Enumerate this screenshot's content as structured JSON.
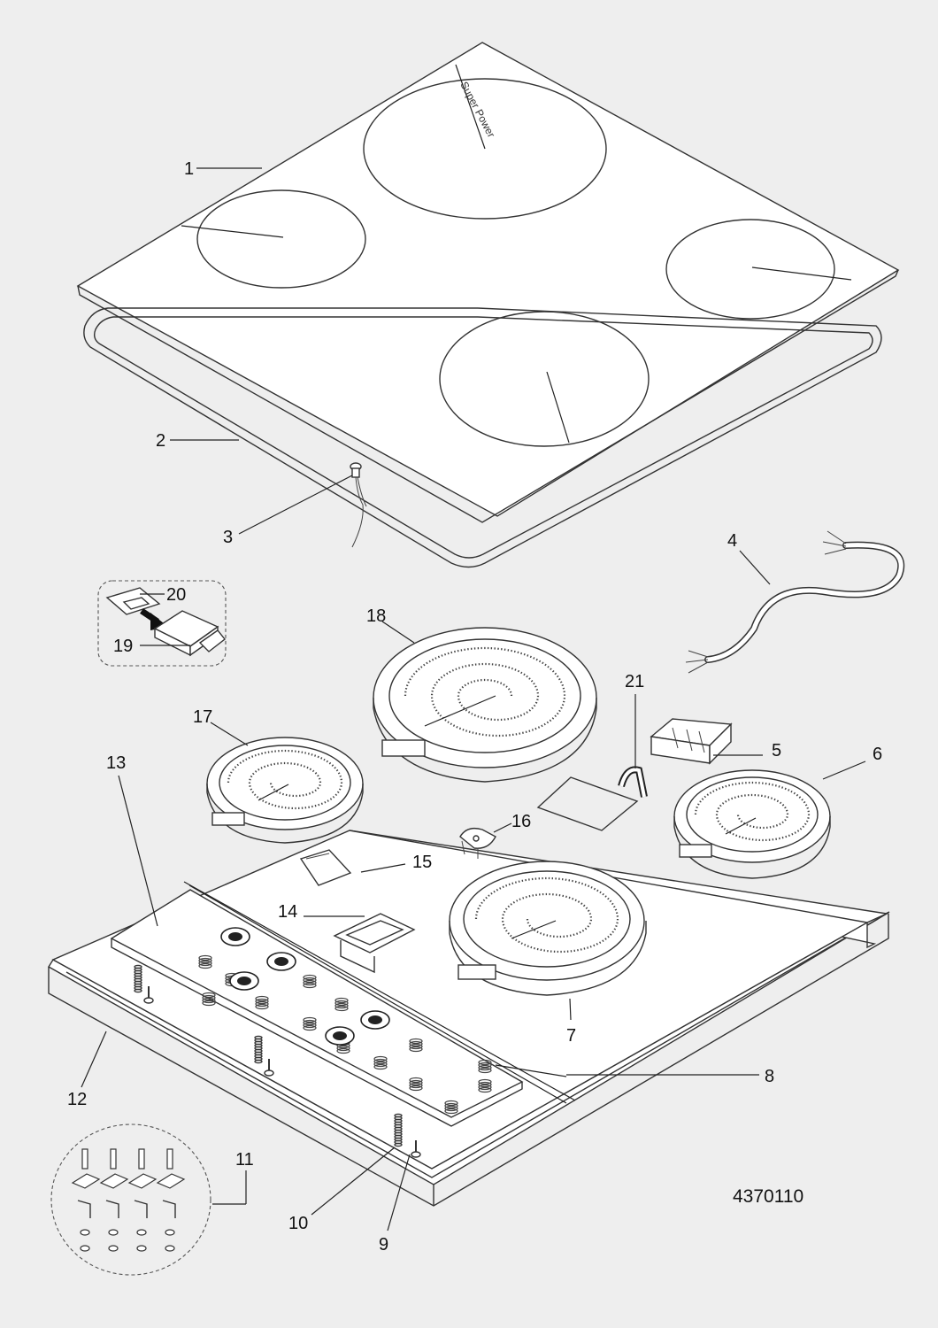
{
  "diagram": {
    "reference_code": "4370110",
    "glass_marking": "Super Power",
    "callouts": [
      "1",
      "2",
      "3",
      "4",
      "5",
      "6",
      "7",
      "8",
      "9",
      "10",
      "11",
      "12",
      "13",
      "14",
      "15",
      "16",
      "17",
      "18",
      "19",
      "20",
      "21"
    ],
    "colors": {
      "background": "#eeeeee",
      "line": "#333333",
      "fill": "#ffffff"
    }
  }
}
